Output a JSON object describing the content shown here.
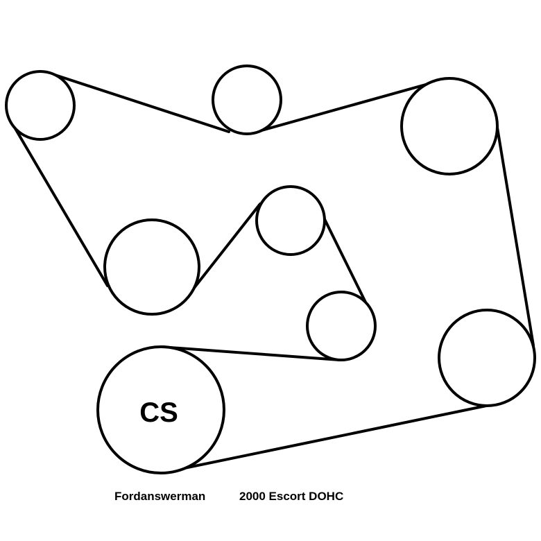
{
  "diagram": {
    "pulleys": [
      {
        "id": "p1",
        "label": ""
      },
      {
        "id": "p2",
        "label": ""
      },
      {
        "id": "p3",
        "label": ""
      },
      {
        "id": "p4",
        "label": ""
      },
      {
        "id": "p5",
        "label": ""
      },
      {
        "id": "p6",
        "label": ""
      },
      {
        "id": "p7",
        "label": ""
      },
      {
        "id": "p8",
        "label": ""
      },
      {
        "id": "crankshaft",
        "label": "CS"
      }
    ]
  },
  "caption": {
    "author": "Fordanswerman",
    "vehicle": "2000 Escort DOHC"
  }
}
